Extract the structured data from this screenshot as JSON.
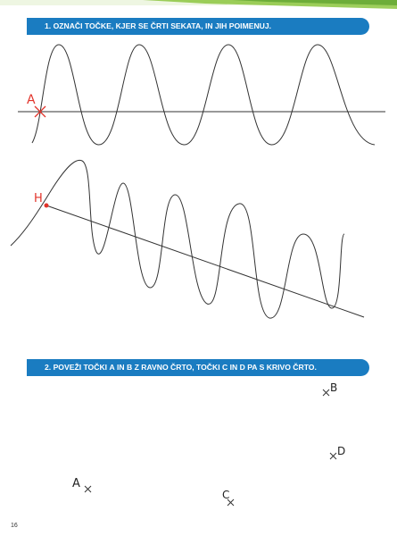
{
  "exercises": [
    {
      "number": "1.",
      "instruction": "OZNAČI TOČKE, KJER SE ČRTI SEKATA, IN JIH POIMENUJ.",
      "example_points": [
        "A",
        "H"
      ]
    },
    {
      "number": "2.",
      "instruction_parts": [
        "POVEŽI TOČKI ",
        "A",
        " IN ",
        "B",
        " Z RAVNO ČRTO, TOČKI ",
        "C",
        " IN ",
        "D",
        " PA S KRIVO ČRTO."
      ],
      "points": [
        "A",
        "B",
        "C",
        "D"
      ]
    }
  ],
  "page_number": "16",
  "colors": {
    "banner": "#1a7cc1",
    "accent_green": "#8cc63f",
    "marker_red": "#e2332a",
    "line": "#333333"
  }
}
